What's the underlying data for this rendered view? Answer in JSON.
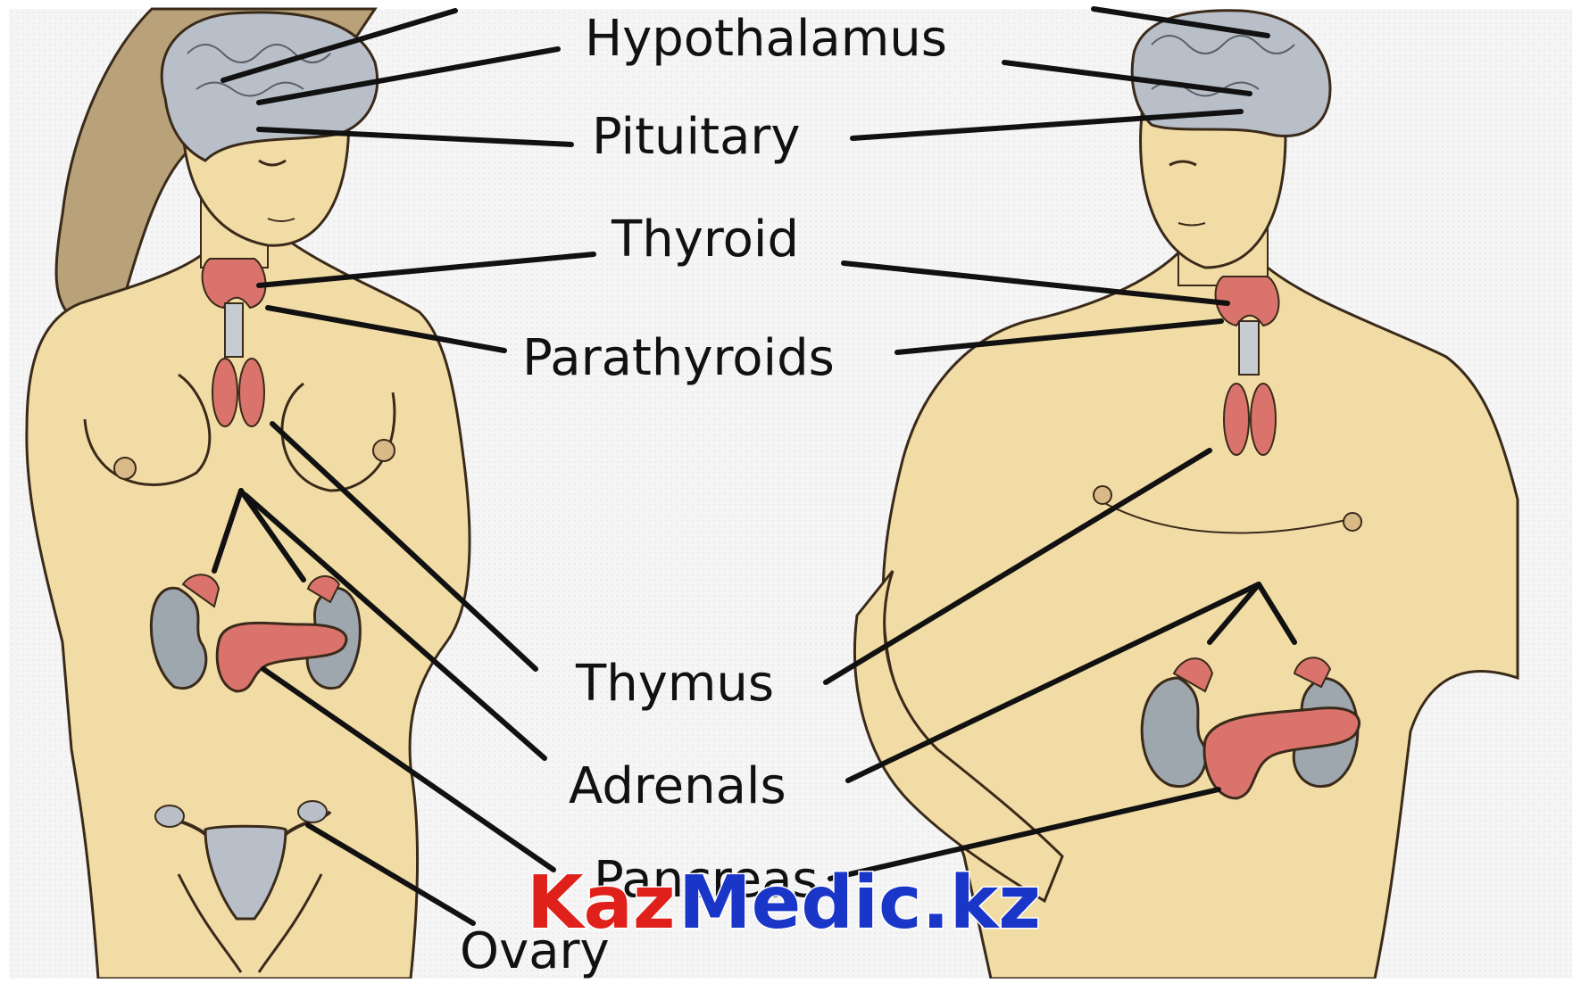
{
  "labels": {
    "hypothalamus": "Hypothalamus",
    "pituitary": "Pituitary",
    "thyroid": "Thyroid",
    "parathyroids": "Parathyroids",
    "thymus": "Thymus",
    "adrenals": "Adrenals",
    "pancreas": "Pancreas",
    "ovary": "Ovary"
  },
  "watermark": {
    "part1": "Kaz",
    "part2": "Medic.kz"
  },
  "colors": {
    "skin": "#f2dca6",
    "skin_shadow": "#d9b986",
    "outline": "#3a2a1a",
    "hair": "#b9a27a",
    "brain": "#b8bfc8",
    "gland": "#d9736b",
    "kidney": "#9ea6ae",
    "background": "#f4f4f4",
    "watermark_red": "#e0201a",
    "watermark_blue": "#1a36c8"
  }
}
